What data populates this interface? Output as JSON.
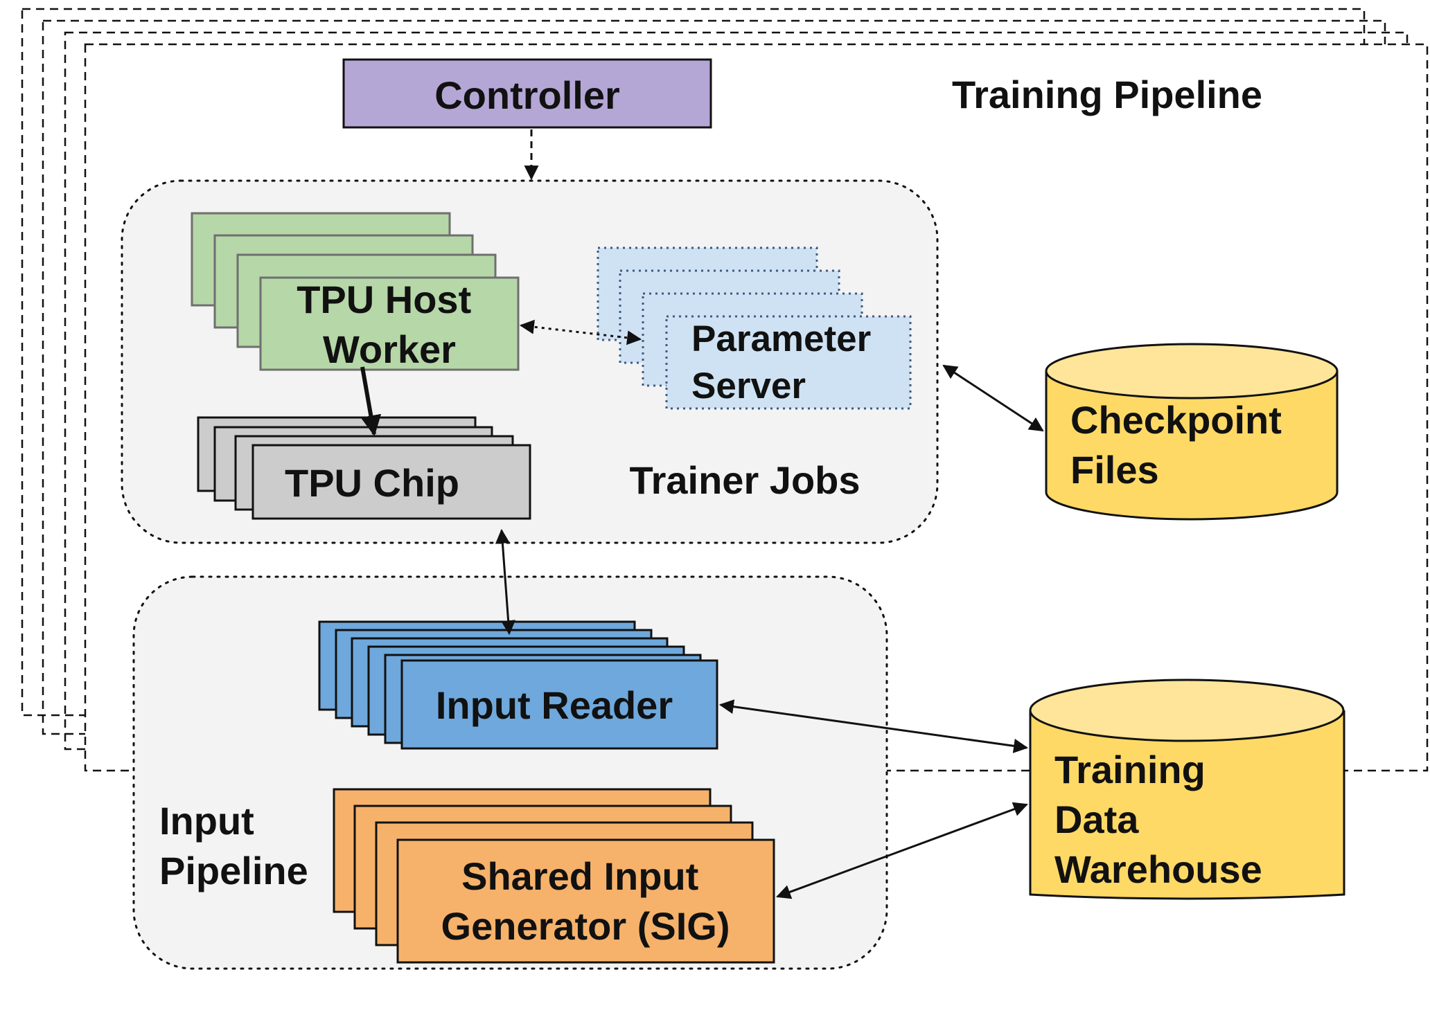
{
  "diagram": {
    "pipeline_label": "Training Pipeline",
    "controller": {
      "label": "Controller",
      "color": "#b4a7d6"
    },
    "trainer_jobs": {
      "label": "Trainer Jobs"
    },
    "tpu_host_worker": {
      "line1": "TPU Host",
      "line2": "Worker",
      "color": "#b6d7a8"
    },
    "tpu_chip": {
      "label": "TPU Chip",
      "color": "#cccccc"
    },
    "parameter_server": {
      "line1": "Parameter",
      "line2": "Server",
      "color": "#cfe2f3"
    },
    "checkpoint_files": {
      "line1": "Checkpoint",
      "line2": "Files",
      "color": "#ffd966",
      "top_color": "#ffe599"
    },
    "input_reader": {
      "label": "Input Reader",
      "color": "#6fa8dc"
    },
    "input_pipeline": {
      "line1": "Input",
      "line2": "Pipeline"
    },
    "sig": {
      "line1": "Shared Input",
      "line2": "Generator (SIG)",
      "color": "#f6b26b"
    },
    "warehouse": {
      "line1": "Training",
      "line2": "Data",
      "line3": "Warehouse",
      "color": "#ffd966",
      "top_color": "#ffe599"
    }
  }
}
